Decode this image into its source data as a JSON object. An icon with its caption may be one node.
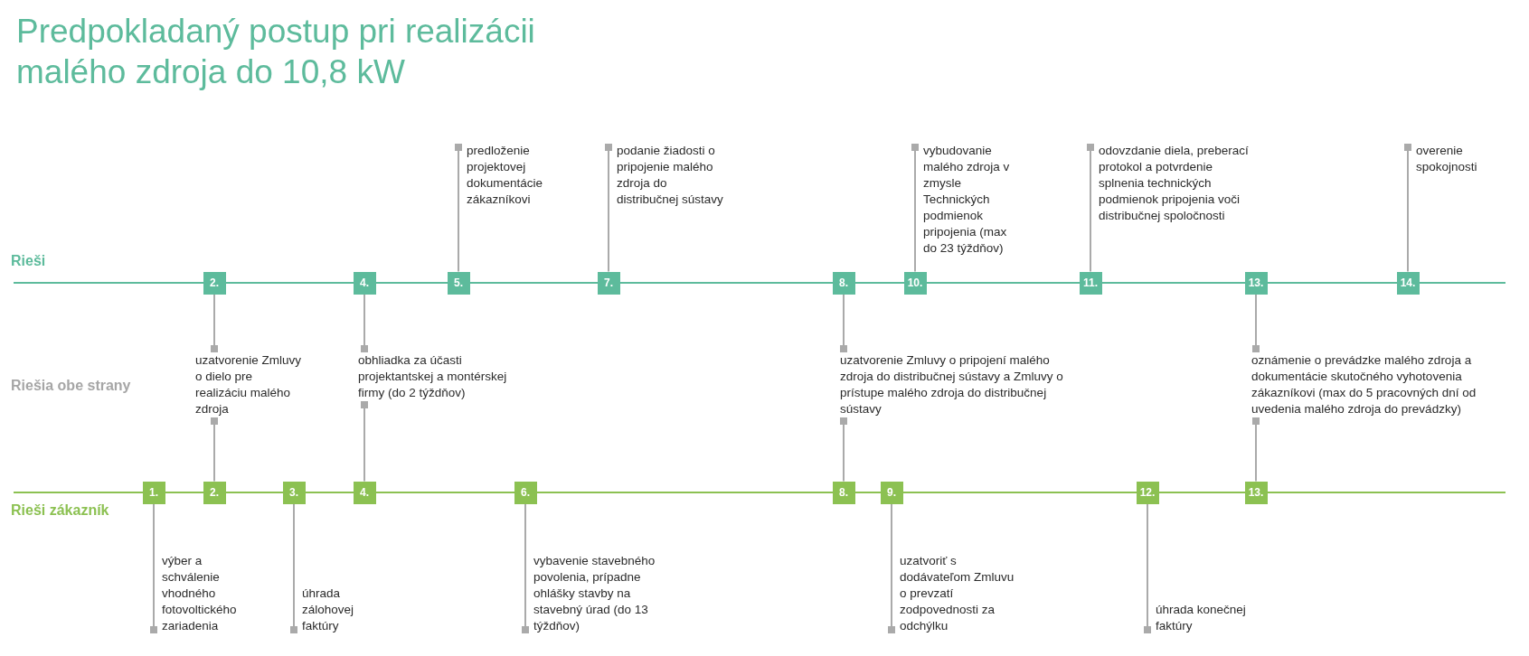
{
  "diagram": {
    "title": "Predpokladaný postup pri realizácii malého zdroja do 10,8 kW",
    "nodes": [
      {
        "text": [
          "predloženie projektovej dokumentácie zákazníkovi"
        ]
      },
      {
        "text": [
          "podanie žiadosti o pripojenie malého zdroja do distribučnej sústavy"
        ]
      },
      {
        "text": [
          "vybudovanie malého zdroja v zmysle Technických podmienok pripojenia (max do 23 týždňov)"
        ]
      },
      {
        "text": [
          "odovzdanie diela, preberací protokol a potvrdenie splnenia technických podmienok pripojenia voči distribučnej spoločnosti"
        ]
      },
      {
        "text": [
          "overenie spokojnosti"
        ]
      },
      {
        "text": [
          "2."
        ]
      },
      {
        "text": [
          "4."
        ]
      },
      {
        "text": [
          "5."
        ]
      },
      {
        "text": [
          "7."
        ]
      },
      {
        "text": [
          "8."
        ]
      },
      {
        "text": [
          "10."
        ]
      },
      {
        "text": [
          "11."
        ]
      },
      {
        "text": [
          "13."
        ]
      },
      {
        "text": [
          "14."
        ]
      },
      {
        "text": [
          "uzatvorenie Zmluvy o dielo pre realizáciu malého zdroja"
        ]
      },
      {
        "text": [
          "obhliadka za účasti projektantskej a montérskej firmy (do 2 týždňov)"
        ]
      },
      {
        "text": [
          "uzatvorenie Zmluvy o pripojení malého zdroja do distribučnej sústavy a Zmluvy o prístupe malého zdroja do distribučnej sústavy"
        ]
      },
      {
        "text": [
          "oznámenie o prevádzke malého zdroja a dokumentácie skutočného vyhotovenia zákazníkovi (max do 5 pracovných dní od uvedenia malého zdroja do prevádzky)"
        ]
      },
      {
        "text": [
          "1."
        ]
      },
      {
        "text": [
          "2."
        ]
      },
      {
        "text": [
          "3."
        ]
      },
      {
        "text": [
          "4."
        ]
      },
      {
        "text": [
          "6."
        ]
      },
      {
        "text": [
          "8."
        ]
      },
      {
        "text": [
          "9."
        ]
      },
      {
        "text": [
          "12."
        ]
      },
      {
        "text": [
          "13."
        ]
      },
      {
        "text": [
          "výber a schválenie vhodného fotovoltického zariadenia"
        ]
      },
      {
        "text": [
          "úhrada zálohovej faktúry"
        ]
      },
      {
        "text": [
          "vybavenie stavebného povolenia, prípadne ohlášky stavby na stavebný úrad (do 13 týždňov)"
        ]
      },
      {
        "text": [
          "uzatvoriť s dodávateľom Zmluvu o prevzatí zodpovednosti za odchýlku"
        ]
      },
      {
        "text": [
          "úhrada konečnej faktúry"
        ]
      }
    ],
    "edges": [
      {
        "from": 7,
        "to": 0,
        "arrow": "other"
      },
      {
        "from": 8,
        "to": 1,
        "arrow": "other"
      },
      {
        "from": 10,
        "to": 2,
        "arrow": "other"
      },
      {
        "from": 11,
        "to": 3,
        "arrow": "other"
      },
      {
        "from": 13,
        "to": 4,
        "arrow": "other"
      },
      {
        "from": 5,
        "to": 14,
        "arrow": "other"
      },
      {
        "from": 6,
        "to": 15,
        "arrow": "other"
      },
      {
        "from": 9,
        "to": 16,
        "arrow": "other"
      },
      {
        "from": 12,
        "to": 17,
        "arrow": "other"
      },
      {
        "from": 19,
        "to": 14,
        "arrow": "other"
      },
      {
        "from": 21,
        "to": 15,
        "arrow": "other"
      },
      {
        "from": 23,
        "to": 16,
        "arrow": "other"
      },
      {
        "from": 26,
        "to": 17,
        "arrow": "other"
      },
      {
        "from": 18,
        "to": 27,
        "arrow": "other"
      },
      {
        "from": 20,
        "to": 28,
        "arrow": "other"
      },
      {
        "from": 22,
        "to": 29,
        "arrow": "other"
      },
      {
        "from": 24,
        "to": 30,
        "arrow": "other"
      },
      {
        "from": 25,
        "to": 31,
        "arrow": "other"
      }
    ],
    "labels": [
      "Rieši",
      "Riešia obe strany",
      "Rieši zákazník"
    ]
  }
}
